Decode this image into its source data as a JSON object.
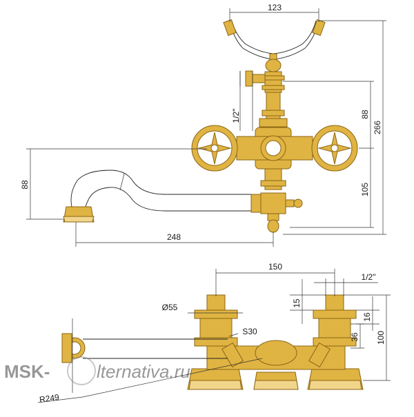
{
  "dimensions": {
    "top_view": {
      "width_top": "123",
      "height_total": "266",
      "height_upper": "88",
      "height_lower": "105",
      "spout_height": "88",
      "spout_length": "248",
      "thread": "1/2\""
    },
    "bottom_view": {
      "centers": "150",
      "thread": "1/2\"",
      "diameter": "Ø55",
      "nut": "S30",
      "h15": "15",
      "h16": "16",
      "h36": "36",
      "h100": "100",
      "radius": "R249"
    }
  },
  "watermark": {
    "prefix": "MSK-",
    "rest": "lternativa.ru"
  },
  "colors": {
    "gold": "#e0b443",
    "gold_dark": "#8a6412",
    "line": "#222222"
  }
}
